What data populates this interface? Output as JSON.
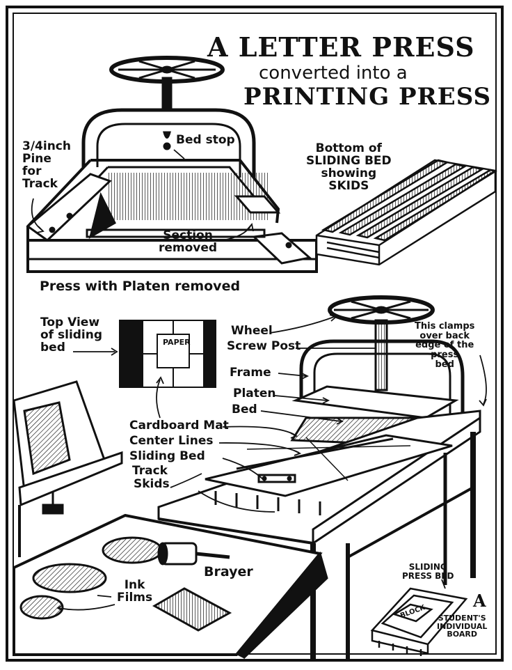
{
  "title": {
    "line1": "A LETTER PRESS",
    "line2": "converted into a",
    "line3": "PRINTING PRESS"
  },
  "top_section": {
    "pine_label": [
      "3/4inch",
      "Pine",
      "for",
      "Track"
    ],
    "bed_stop": "Bed stop",
    "section_removed": [
      "Section",
      "removed"
    ],
    "caption": "Press with Platen removed"
  },
  "bottom_of_bed": {
    "label": [
      "Bottom of",
      "SLIDING BED",
      "showing",
      "SKIDS"
    ]
  },
  "top_view": {
    "label": [
      "Top View",
      "of sliding",
      "bed"
    ],
    "paper": "PAPER"
  },
  "press_labels": {
    "wheel": "Wheel",
    "screw_post": "Screw Post",
    "frame": "Frame",
    "platen": "Platen",
    "bed": "Bed",
    "clamps": [
      "This clamps",
      "over back",
      "edge of the",
      "press",
      "bed"
    ],
    "cardboard_mat": "Cardboard Mat",
    "center_lines": "Center Lines",
    "sliding_bed": "Sliding Bed",
    "track": "Track",
    "skids": "Skids"
  },
  "table_labels": {
    "brayer": "Brayer",
    "ink_films": [
      "Ink",
      "Films"
    ]
  },
  "inset": {
    "sliding_press_bed": [
      "SLIDING",
      "PRESS BED"
    ],
    "marker": "A",
    "block": "BLOCK",
    "students_board": [
      "STUDENT'S",
      "INDIVIDUAL",
      "BOARD"
    ]
  }
}
